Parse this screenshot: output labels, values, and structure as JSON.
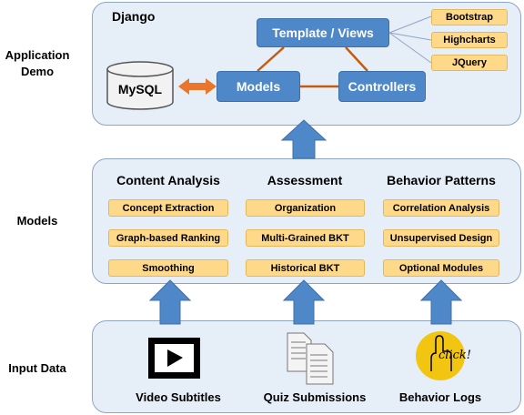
{
  "layers": {
    "application": "Application\nDemo",
    "models": "Models",
    "input": "Input Data"
  },
  "app": {
    "title": "Django",
    "template_views": "Template / Views",
    "models": "Models",
    "controllers": "Controllers",
    "mysql": "MySQL",
    "libs": [
      "Bootstrap",
      "Highcharts",
      "JQuery"
    ]
  },
  "models_panel": {
    "columns": [
      {
        "heading": "Content Analysis",
        "items": [
          "Concept Extraction",
          "Graph-based Ranking",
          "Smoothing"
        ]
      },
      {
        "heading": "Assessment",
        "items": [
          "Organization",
          "Multi-Grained BKT",
          "Historical BKT"
        ]
      },
      {
        "heading": "Behavior Patterns",
        "items": [
          "Correlation Analysis",
          "Unsupervised Design",
          "Optional Modules"
        ]
      }
    ]
  },
  "input_panel": {
    "sources": [
      "Video Subtitles",
      "Quiz Submissions",
      "Behavior Logs"
    ],
    "click_logo_text": "click!"
  },
  "colors": {
    "panel_fill": "#e6eef8",
    "blue_box": "#4f88c9",
    "orange_box": "#ffd98a",
    "connector": "#c55a11",
    "arrow_orange": "#e9762b"
  }
}
